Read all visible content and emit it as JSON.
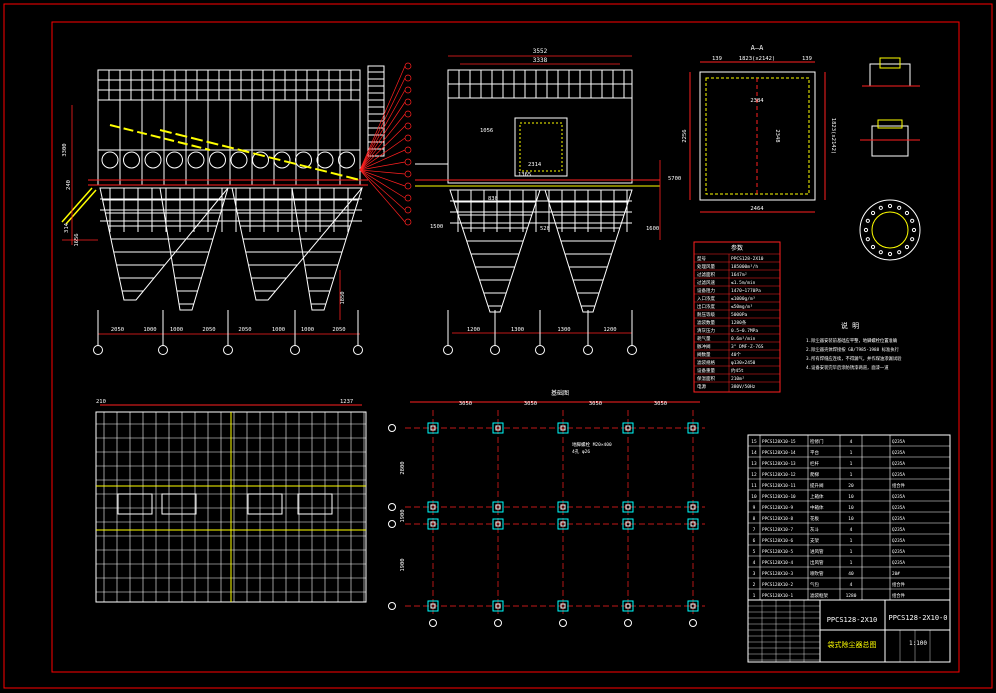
{
  "colors": {
    "background": "#000000",
    "frame": "#ff0000",
    "structure": "#ffffff",
    "dimension": "#ff2020",
    "highlight": "#ffff00",
    "accent_cyan": "#00ffff",
    "accent_green": "#00ff00"
  },
  "front_view": {
    "dims_bottom": [
      "2050",
      "1000",
      "1000",
      "2050",
      "2050",
      "1000",
      "1000",
      "2050"
    ],
    "dims_left": [
      "3300",
      "1656",
      "314",
      "240"
    ],
    "dim_right": "1850"
  },
  "side_view": {
    "top_dims": [
      "3552",
      "3338"
    ],
    "inner_dims": [
      "1056",
      "2314",
      "1365"
    ],
    "dims_bottom": [
      "1200",
      "1300",
      "1300",
      "1200"
    ],
    "dims_side": [
      "1500",
      "1600",
      "5700",
      "520",
      "830"
    ]
  },
  "top_view": {
    "title": "A—A",
    "top_dims": [
      "139",
      "1823(x2142)",
      "139"
    ],
    "inner_width": "2384",
    "inner_height": "2348",
    "left_height": "2256",
    "right_height": "1823(x2142)",
    "bottom_width": "2464"
  },
  "plan_view": {
    "dims_top": [
      "210",
      "1237"
    ]
  },
  "foundation_view": {
    "title": "基础图",
    "dims_top": [
      "3050",
      "3050",
      "3050",
      "3050"
    ],
    "dims_left": [
      "2800",
      "1900",
      "1900"
    ],
    "notes": [
      "地脚螺栓 M20×400",
      "4孔 φ26"
    ]
  },
  "params": {
    "title": "参数",
    "rows": [
      {
        "label": "型号",
        "value": "PPCS128-2X10"
      },
      {
        "label": "处理风量",
        "value": "185000m³/h"
      },
      {
        "label": "过滤面积",
        "value": "1647m²"
      },
      {
        "label": "过滤风速",
        "value": "≤1.5m/min"
      },
      {
        "label": "设备阻力",
        "value": "1470~1770Pa"
      },
      {
        "label": "入口浓度",
        "value": "≤1000g/m³"
      },
      {
        "label": "出口浓度",
        "value": "≤50mg/m³"
      },
      {
        "label": "耐压等级",
        "value": "5000Pa"
      },
      {
        "label": "滤袋数量",
        "value": "1280条"
      },
      {
        "label": "清灰压力",
        "value": "0.5~0.7MPa"
      },
      {
        "label": "耗气量",
        "value": "0.6m³/min"
      },
      {
        "label": "脉冲阀",
        "value": "3\" DMF-Z-76S"
      },
      {
        "label": "阀数量",
        "value": "40个"
      },
      {
        "label": "滤袋规格",
        "value": "φ130×2450"
      },
      {
        "label": "设备重量",
        "value": "约45t"
      },
      {
        "label": "保温面积",
        "value": "210m²"
      },
      {
        "label": "电源",
        "value": "380V/50Hz"
      }
    ]
  },
  "tech_notes": {
    "title": "说 明",
    "items": [
      "1.除尘器安装前基础应平整，地脚螺栓位置准确",
      "2.除尘器壳体焊接按 GB/T985-1988 标准执行",
      "3.所有焊缝应连续，不得漏气，并作煤油渗漏试验",
      "4.设备安装完毕后涂防锈漆两道，面漆一道"
    ]
  },
  "bom": {
    "rows": [
      [
        "15",
        "PPCS128X10-15",
        "检修门",
        "4",
        "Q235A"
      ],
      [
        "14",
        "PPCS128X10-14",
        "平台",
        "1",
        "Q235A"
      ],
      [
        "13",
        "PPCS128X10-13",
        "栏杆",
        "1",
        "Q235A"
      ],
      [
        "12",
        "PPCS128X10-12",
        "爬梯",
        "1",
        "Q235A"
      ],
      [
        "11",
        "PPCS128X10-11",
        "提升阀",
        "20",
        "组合件"
      ],
      [
        "10",
        "PPCS128X10-10",
        "上箱体",
        "10",
        "Q235A"
      ],
      [
        "9",
        "PPCS128X10-9",
        "中箱体",
        "10",
        "Q235A"
      ],
      [
        "8",
        "PPCS128X10-8",
        "花板",
        "10",
        "Q235A"
      ],
      [
        "7",
        "PPCS128X10-7",
        "灰斗",
        "4",
        "Q235A"
      ],
      [
        "6",
        "PPCS128X10-6",
        "支架",
        "1",
        "Q235A"
      ],
      [
        "5",
        "PPCS128X10-5",
        "进风管",
        "1",
        "Q235A"
      ],
      [
        "4",
        "PPCS128X10-4",
        "出风管",
        "1",
        "Q235A"
      ],
      [
        "3",
        "PPCS128X10-3",
        "喷吹管",
        "40",
        "20#"
      ],
      [
        "2",
        "PPCS128X10-2",
        "气包",
        "4",
        "组合件"
      ],
      [
        "1",
        "PPCS128X10-1",
        "滤袋框架",
        "1280",
        "组合件"
      ]
    ],
    "drawing_code": "PPCS128-2X10-0",
    "project_title": "PPCS128-2X10",
    "drawing_title": "袋式除尘器总图",
    "scale_text": "1:100"
  }
}
